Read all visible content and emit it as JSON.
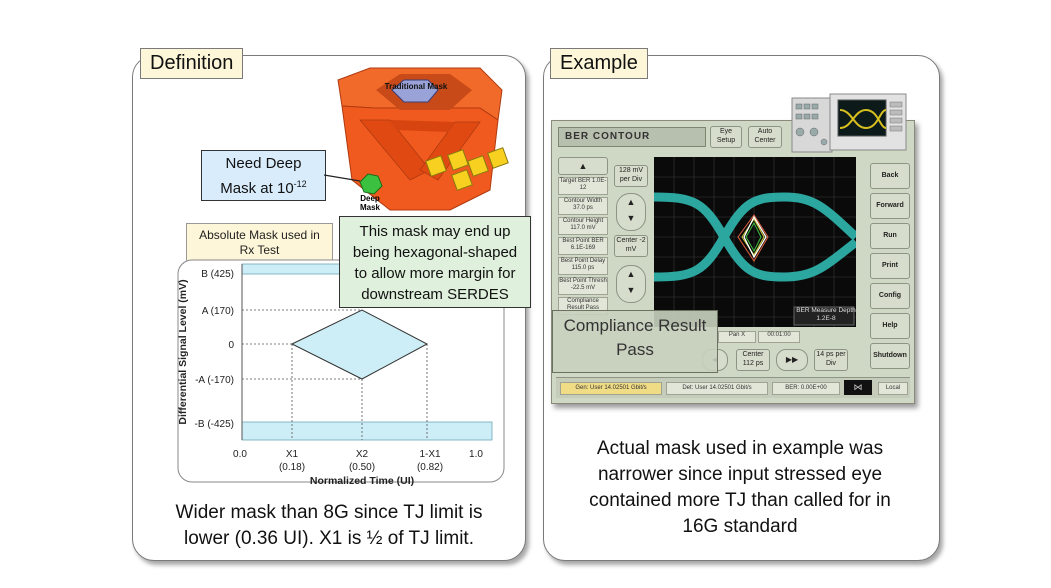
{
  "definition": {
    "tab_label": "Definition",
    "traditional_mask": "Traditional Mask",
    "deep_mask": "Deep Mask",
    "callout_deep_line1": "Need Deep",
    "callout_deep_line2": "Mask at 10",
    "callout_deep_exp": "-12",
    "callout_hex": [
      "This mask may end up",
      "being hexagonal-shaped",
      "to allow more margin for",
      "downstream SERDES"
    ],
    "rx_label": [
      "Absolute Mask used in",
      "Rx Test"
    ],
    "chart": {
      "ylabel": "Differential Signal Level (mV)",
      "xlabel": "Normalized Time (UI)",
      "y_ticks": [
        "B (425)",
        "A (170)",
        "0",
        "-A (-170)",
        "-B (-425)"
      ],
      "x_ticks": [
        "0.0",
        "X1",
        "X2",
        "1-X1",
        "1.0"
      ],
      "x_subticks": [
        "(0.18)",
        "(0.50)",
        "(0.82)"
      ]
    },
    "caption_lines": [
      "Wider mask than 8G since TJ limit is",
      "lower (0.36 UI).  X1 is ½ of TJ limit."
    ]
  },
  "example": {
    "tab_label": "Example",
    "scope": {
      "title": "BER CONTOUR",
      "btn_eye_setup": "Eye Setup",
      "btn_auto_center": "Auto Center",
      "right_buttons": [
        "Back",
        "Forward",
        "Run",
        "Print",
        "Config",
        "Help",
        "Shutdown"
      ],
      "left_labels": [
        "Target BER 1.0E-12",
        "Contour Width 37.0 ps",
        "Contour Height 117.0 mV",
        "Best Point BER 6.1E-169",
        "Best Point Delay 115.0 ps",
        "Best Point Thresh -22.5 mV",
        "Compliance Result Pass"
      ],
      "mv_per_div": "128 mV per Div",
      "center_mv": "Center -2 mV",
      "center_ps": "Center 112 ps",
      "ps_per_div": "14 ps per Div",
      "ber_depth": "BER Measure Depth",
      "ber_depth_val": "1.2E-8",
      "pan_label": "Pan X",
      "time_label": "00:01:00",
      "status_gen": "Gen: User 14.02501 Gbit/s",
      "status_det": "Det: User 14.02501 Gbit/s",
      "status_ber": "BER: 0.00E+00",
      "status_local": "Local"
    },
    "compliance_overlay": [
      "Compliance Result",
      "Pass"
    ],
    "caption_lines": [
      "Actual mask used in example was",
      "narrower since input stressed eye",
      "contained more TJ than called for in",
      "16G standard"
    ]
  },
  "colors": {
    "mask_orange": "#f05a1e",
    "mask_fill": "#cdeef6",
    "eye_teal": "#2fb8b0",
    "tab_bg": "#fdf6d8"
  }
}
